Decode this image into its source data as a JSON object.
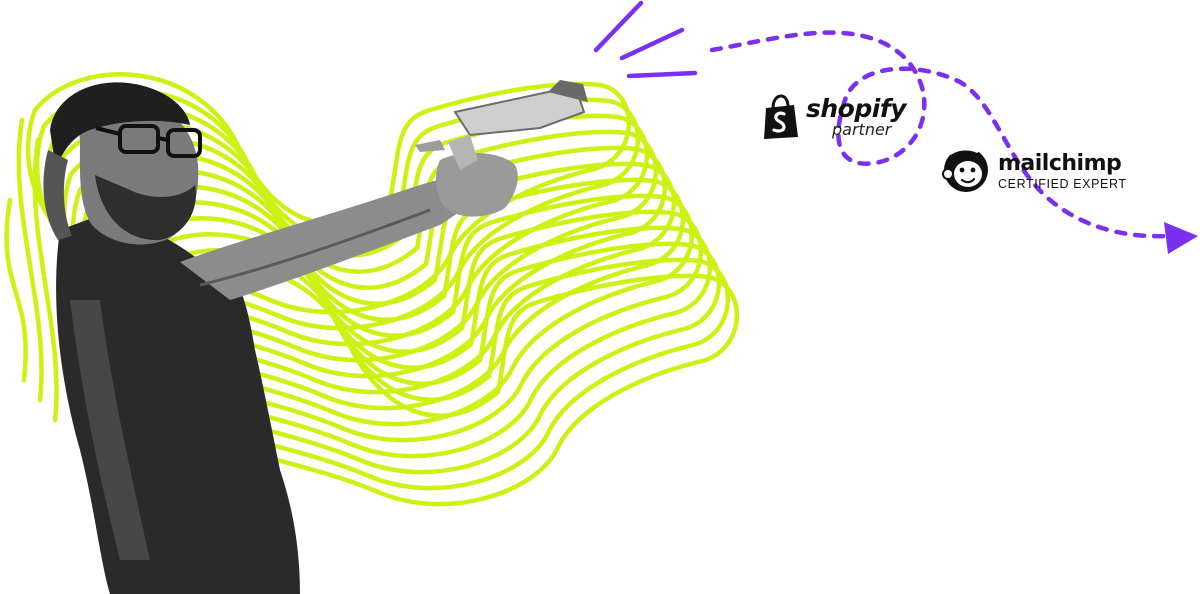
{
  "colors": {
    "accent_purple": "#7b2ff0",
    "scribble_lime": "#ccf214",
    "ink": "#111111"
  },
  "icons": [
    "megaphone-burst-lines",
    "dotted-arrow",
    "shopping-bag-icon",
    "chimp-head-icon"
  ],
  "shopify": {
    "brand": "shopify",
    "label": "partner"
  },
  "mailchimp": {
    "brand": "mailchimp",
    "label": "CERTIFIED EXPERT"
  }
}
